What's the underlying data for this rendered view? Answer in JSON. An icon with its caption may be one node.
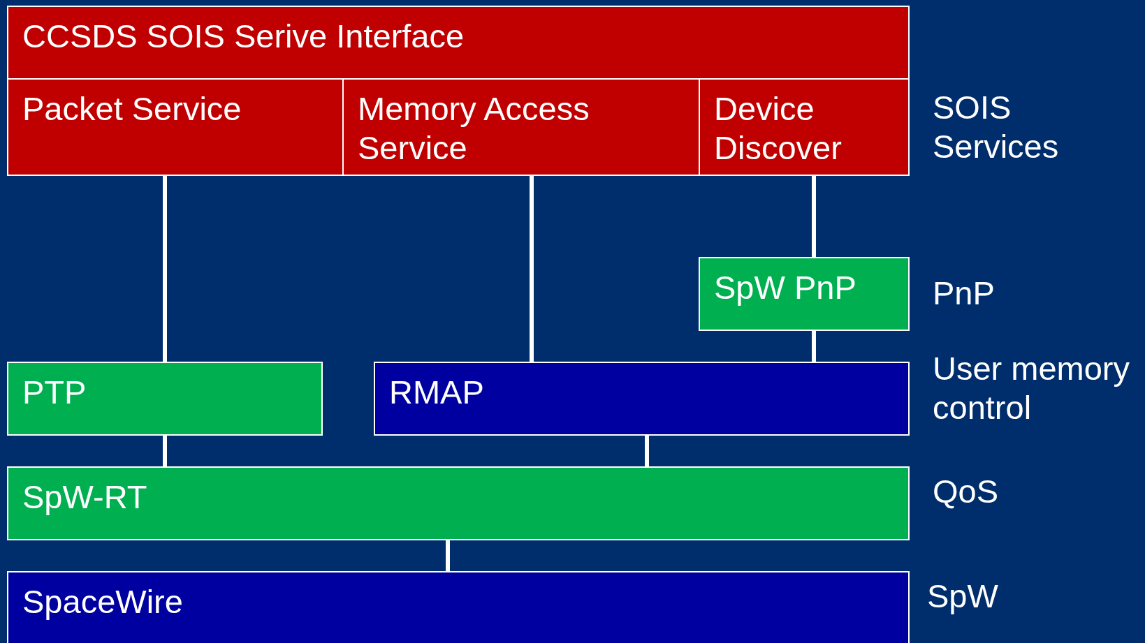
{
  "diagram": {
    "nodes": [
      {
        "text": [
          "CCSDS SOIS Serive Interface"
        ]
      },
      {
        "text": [
          "Packet Service"
        ]
      },
      {
        "text": [
          "Memory Access Service"
        ]
      },
      {
        "text": [
          "Device Discover"
        ]
      },
      {
        "text": [
          "SpW PnP"
        ]
      },
      {
        "text": [
          "PTP"
        ]
      },
      {
        "text": [
          "RMAP"
        ]
      },
      {
        "text": [
          "SpW-RT"
        ]
      },
      {
        "text": [
          "SpaceWire"
        ]
      }
    ],
    "edges": [
      {
        "from": 1,
        "to": 5,
        "arrow": "none"
      },
      {
        "from": 2,
        "to": 6,
        "arrow": "none"
      },
      {
        "from": 3,
        "to": 4,
        "arrow": "none"
      },
      {
        "from": 4,
        "to": 6,
        "arrow": "none"
      },
      {
        "from": 5,
        "to": 7,
        "arrow": "none"
      },
      {
        "from": 6,
        "to": 7,
        "arrow": "none"
      },
      {
        "from": 7,
        "to": 8,
        "arrow": "none"
      }
    ],
    "labels": [
      "SOIS Services",
      "PnP",
      "User memory control",
      "QoS",
      "SpW"
    ]
  }
}
